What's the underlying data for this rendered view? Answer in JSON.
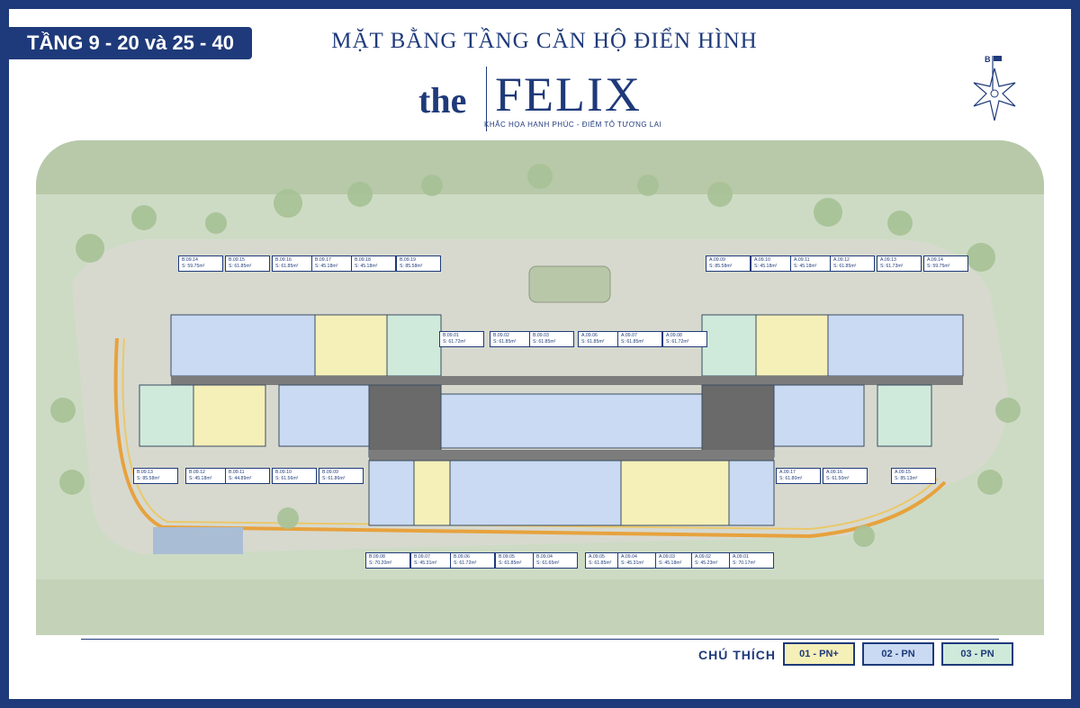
{
  "floors_badge": "TẦNG 9 - 20 và 25 - 40",
  "heading": "MẶT BẰNG TẦNG CĂN HỘ ĐIỂN HÌNH",
  "brand": {
    "prefix": "the",
    "name": "FELIX",
    "tagline": "KHẮC HỌA HẠNH PHÚC - ĐIỂM TÔ TƯƠNG LAI"
  },
  "compass": {
    "label": "B"
  },
  "units": [
    {
      "code": "B.09.14",
      "area": "S: 59.75m2"
    },
    {
      "code": "B.09.15",
      "area": "S: 61.85m2"
    },
    {
      "code": "B.09.16",
      "area": "S: 61.85m2"
    },
    {
      "code": "B.09.17",
      "area": "S: 45.18m2"
    },
    {
      "code": "B.09.18",
      "area": "S: 45.18m2"
    },
    {
      "code": "B.09.19",
      "area": "S: 85.58m2"
    },
    {
      "code": "A.09.09",
      "area": "S: 85.58m2"
    },
    {
      "code": "A.09.10",
      "area": "S: 45.18m2"
    },
    {
      "code": "A.09.11",
      "area": "S: 45.18m2"
    },
    {
      "code": "A.09.12",
      "area": "S: 61.85m2"
    },
    {
      "code": "A.09.13",
      "area": "S: 61.73m2"
    },
    {
      "code": "A.09.14",
      "area": "S: 59.75m2"
    },
    {
      "code": "B.09.01",
      "area": "S: 61.72m2"
    },
    {
      "code": "B.09.02",
      "area": "S: 61.85m2"
    },
    {
      "code": "B.09.03",
      "area": "S: 61.85m2"
    },
    {
      "code": "A.09.06",
      "area": "S: 61.85m2"
    },
    {
      "code": "A.09.07",
      "area": "S: 61.85m2"
    },
    {
      "code": "A.09.08",
      "area": "S: 61.72m2"
    },
    {
      "code": "B.09.13",
      "area": "S: 85.58m2"
    },
    {
      "code": "B.09.12",
      "area": "S: 45.18m2"
    },
    {
      "code": "B.09.11",
      "area": "S: 44.89m2"
    },
    {
      "code": "B.09.10",
      "area": "S: 61.56m2"
    },
    {
      "code": "B.09.09",
      "area": "S: 61.86m2"
    },
    {
      "code": "A.09.17",
      "area": "S: 61.80m2"
    },
    {
      "code": "A.09.16",
      "area": "S: 61.50m2"
    },
    {
      "code": "A.09.15",
      "area": "S: 85.13m2"
    },
    {
      "code": "B.09.08",
      "area": "S: 70.20m2"
    },
    {
      "code": "B.09.07",
      "area": "S: 45.31m2"
    },
    {
      "code": "B.09.06",
      "area": "S: 61.72m2"
    },
    {
      "code": "B.09.05",
      "area": "S: 61.85m2"
    },
    {
      "code": "B.09.04",
      "area": "S: 61.65m2"
    },
    {
      "code": "A.09.05",
      "area": "S: 61.85m2"
    },
    {
      "code": "A.09.04",
      "area": "S: 45.31m2"
    },
    {
      "code": "A.09.03",
      "area": "S: 45.18m2"
    },
    {
      "code": "A.09.02",
      "area": "S: 45.23m2"
    },
    {
      "code": "A.09.01",
      "area": "S: 70.17m2"
    }
  ],
  "legend": {
    "title": "CHÚ THÍCH",
    "items": [
      {
        "label": "01 - PN+",
        "color": "#f5efb8"
      },
      {
        "label": "02 - PN",
        "color": "#c9daf2"
      },
      {
        "label": "03 - PN",
        "color": "#cfeadb"
      }
    ]
  },
  "colors": {
    "navy": "#1f3a7a",
    "one_br": "#f5efb8",
    "two_br": "#c9daf2",
    "three_br": "#cfeadb"
  }
}
